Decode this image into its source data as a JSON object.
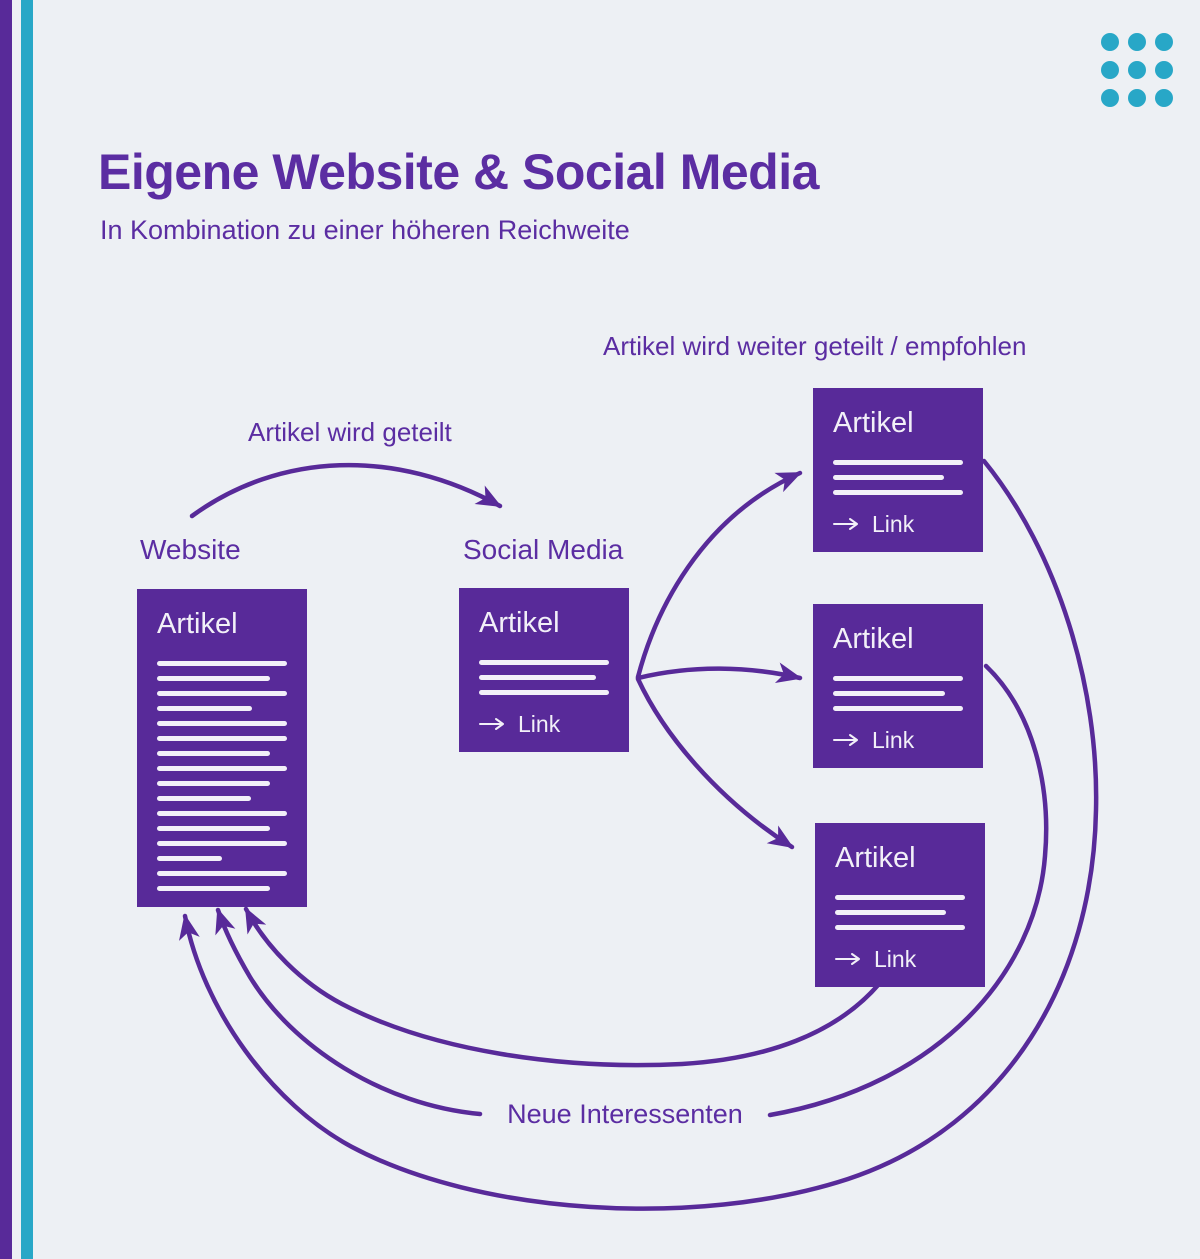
{
  "colors": {
    "purple": "#582a99",
    "purple_text": "#5b2da2",
    "teal": "#28a7c7",
    "background": "#edf0f4",
    "box_line": "#f2f0f8"
  },
  "header": {
    "title": "Eigene Website & Social Media",
    "subtitle": "In Kombination zu einer höheren Reichweite"
  },
  "flow_labels": {
    "share": "Artikel wird geteilt",
    "reshare": "Artikel wird weiter geteilt / empfohlen",
    "website": "Website",
    "social_media": "Social Media",
    "new_prospects": "Neue Interessenten"
  },
  "boxes": {
    "website": {
      "title": "Artikel",
      "line_widths": [
        100,
        87,
        100,
        73,
        100,
        100,
        87,
        100,
        87,
        72,
        100,
        87,
        100,
        50,
        100,
        87
      ]
    },
    "social": {
      "title": "Artikel",
      "line_widths": [
        100,
        90,
        100
      ],
      "link_label": "Link"
    },
    "shared": [
      {
        "title": "Artikel",
        "line_widths": [
          100,
          85,
          100
        ],
        "link_label": "Link"
      },
      {
        "title": "Artikel",
        "line_widths": [
          100,
          86,
          100
        ],
        "link_label": "Link"
      },
      {
        "title": "Artikel",
        "line_widths": [
          100,
          85,
          100
        ],
        "link_label": "Link"
      }
    ]
  }
}
